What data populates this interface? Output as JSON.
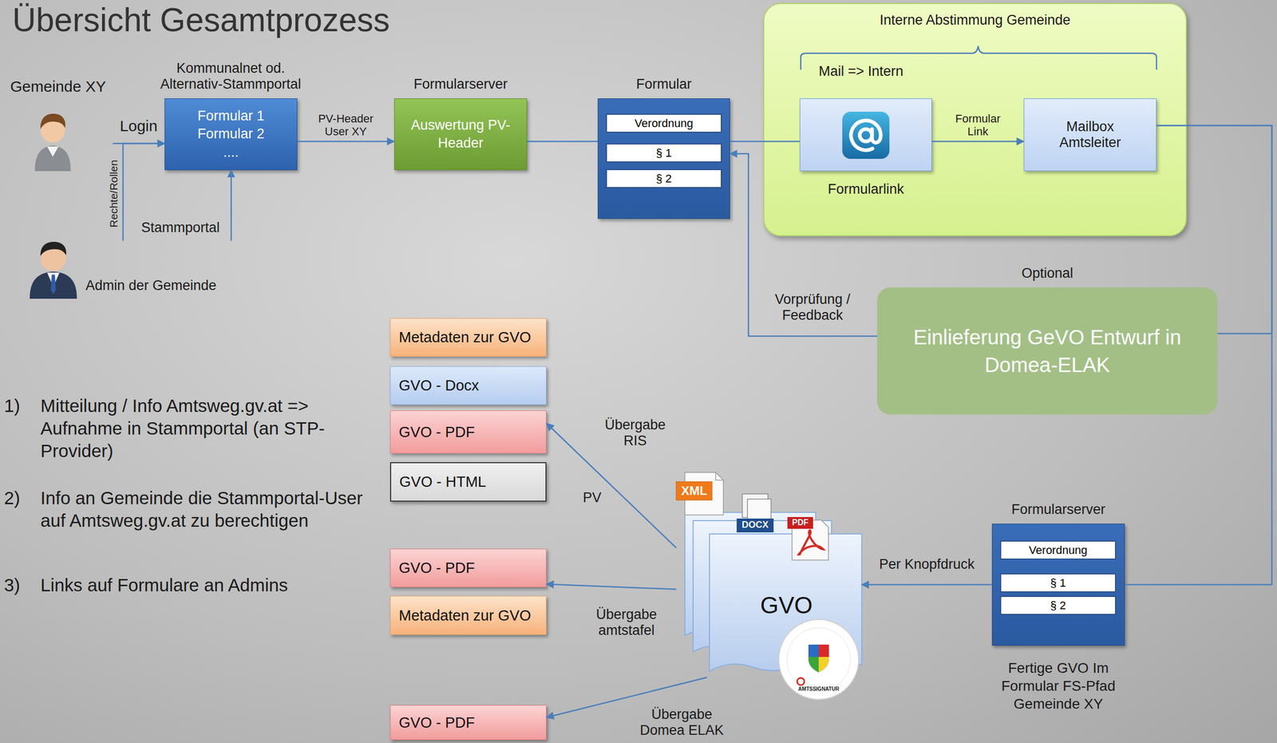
{
  "diagram": {
    "title": "Übersicht Gesamtprozess",
    "nodes": [
      {
        "text": [
          "Gemeinde XY"
        ]
      },
      {
        "text": [
          "Admin der Gemeinde"
        ]
      },
      {
        "text": [
          "Kommunalnet od. Alternativ-Stammportal",
          "Formular 1 Formular 2 ...."
        ]
      },
      {
        "text": [
          "Formularserver",
          "Auswertung PV-Header"
        ]
      },
      {
        "text": [
          "Formular"
        ]
      },
      {
        "text": [
          "Verordnung"
        ],
        "in": 4
      },
      {
        "text": [
          "§ 1"
        ],
        "in": 4
      },
      {
        "text": [
          "§ 2"
        ],
        "in": 4
      },
      {
        "text": [
          "Interne Abstimmung Gemeinde",
          "Mail => Intern"
        ]
      },
      {
        "text": [
          "Formularlink"
        ],
        "in": 8
      },
      {
        "text": [
          "Mailbox Amtsleiter"
        ],
        "in": 8
      },
      {
        "text": [
          "Optional",
          "Einlieferung GeVO Entwurf in Domea-ELAK"
        ]
      },
      {
        "text": [
          "Formularserver",
          "Fertige GVO Im Formular FS-Pfad Gemeinde XY"
        ]
      },
      {
        "text": [
          "Verordnung"
        ],
        "in": 12
      },
      {
        "text": [
          "§ 1"
        ],
        "in": 12
      },
      {
        "text": [
          "§ 2"
        ],
        "in": 12
      },
      {
        "text": [
          "GVO"
        ]
      },
      {
        "text": [
          "Metadaten zur GVO"
        ]
      },
      {
        "text": [
          "GVO - Docx"
        ]
      },
      {
        "text": [
          "GVO - PDF"
        ]
      },
      {
        "text": [
          "GVO - HTML"
        ]
      },
      {
        "text": [
          "GVO - PDF"
        ]
      },
      {
        "text": [
          "Metadaten zur GVO"
        ]
      },
      {
        "text": [
          "GVO - PDF"
        ]
      }
    ],
    "edges": [
      {
        "from": 0,
        "to": 2,
        "label": "Login",
        "arrow": "to"
      },
      {
        "from": 1,
        "to": 2,
        "label": "Rechte/Rollen",
        "arrow": "to"
      },
      {
        "from": 1,
        "to": 2,
        "label": "Stammportal",
        "arrow": "to"
      },
      {
        "from": 2,
        "to": 3,
        "label": "PV-Header User XY",
        "arrow": "to"
      },
      {
        "from": 3,
        "to": 4,
        "arrow": "none"
      },
      {
        "from": 4,
        "to": 9,
        "arrow": "none"
      },
      {
        "from": 9,
        "to": 10,
        "label": "Formular Link",
        "arrow": "to"
      },
      {
        "from": 10,
        "to": 11,
        "arrow": "none"
      },
      {
        "from": 10,
        "to": 12,
        "arrow": "none"
      },
      {
        "from": 11,
        "to": 4,
        "label": "Vorprüfung / Feedback",
        "arrow": "to"
      },
      {
        "from": 12,
        "to": 16,
        "label": "Per Knopfdruck",
        "arrow": "to"
      },
      {
        "from": 16,
        "to": 19,
        "label": "Übergabe RIS",
        "arrow": "to"
      },
      {
        "from": 16,
        "to": 21,
        "label": "Übergabe amtstafel",
        "arrow": "to"
      },
      {
        "from": 16,
        "to": 23,
        "label": "Übergabe Domea ELAK",
        "arrow": "to"
      }
    ],
    "labels": [
      "1)",
      "Mitteilung / Info Amtsweg.gv.at => Aufnahme in Stammportal (an STP-Provider)",
      "2)",
      "Info an Gemeinde die Stammportal-User auf Amtsweg.gv.at zu berechtigen",
      "3)",
      "Links auf Formulare an Admins",
      "PV",
      "XML",
      "DOCX",
      "PDF",
      "AMTSSIGNATUR"
    ]
  }
}
